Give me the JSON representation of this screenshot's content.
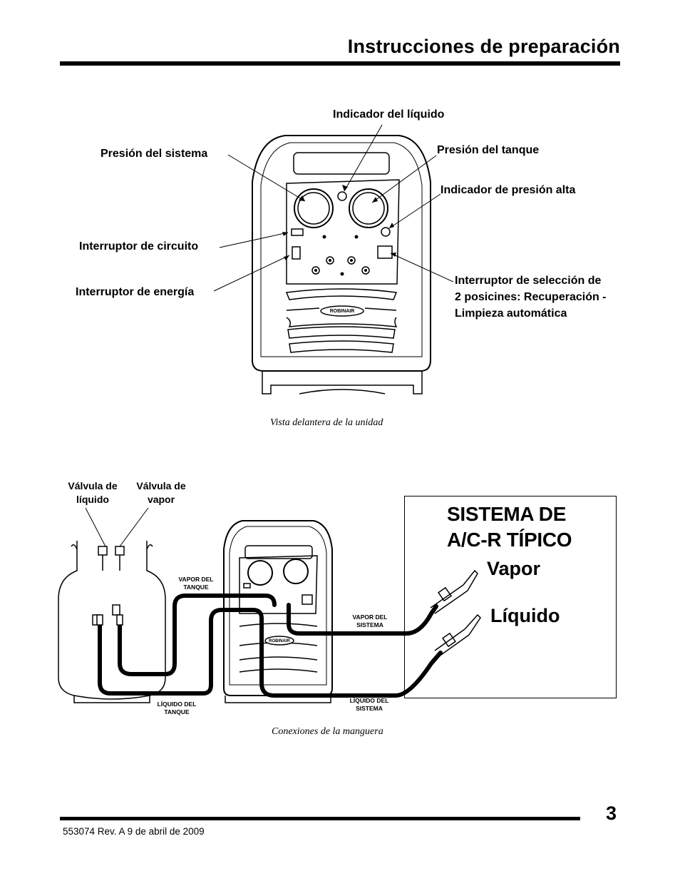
{
  "header": {
    "title": "Instrucciones de preparación"
  },
  "front_view": {
    "labels": {
      "liquid_indicator": "Indicador del líquido",
      "system_pressure": "Presión del sistema",
      "tank_pressure": "Presión del tanque",
      "high_pressure_indicator": "Indicador de presión alta",
      "circuit_breaker": "Interruptor de circuito",
      "power_switch": "Interruptor de energía",
      "selector_switch_1": "Interruptor de selección de",
      "selector_switch_2": "2 posicines: Recuperación -",
      "selector_switch_3": "Limpieza automática"
    },
    "brand": "ROBINAIR",
    "caption": "Vista delantera de la unidad"
  },
  "hose_connections": {
    "liquid_valve_1": "Válvula de",
    "liquid_valve_2": "líquido",
    "vapor_valve_1": "Válvula de",
    "vapor_valve_2": "vapor",
    "tank_vapor_1": "VAPOR DEL",
    "tank_vapor_2": "TANQUE",
    "tank_liquid_1": "LÍQUIDO DEL",
    "tank_liquid_2": "TANQUE",
    "system_vapor_1": "VAPOR DEL",
    "system_vapor_2": "SISTEMA",
    "system_liquid_1": "LÍQUIDO DEL",
    "system_liquid_2": "SISTEMA",
    "system_title_1": "SISTEMA DE",
    "system_title_2": "A/C-R TÍPICO",
    "vapor": "Vapor",
    "liquid": "Líquido",
    "brand": "ROBINAIR",
    "caption": "Conexiones de la manguera"
  },
  "footer": {
    "page_number": "3",
    "doc_info": "553074  Rev. A  9 de abril de 2009"
  }
}
